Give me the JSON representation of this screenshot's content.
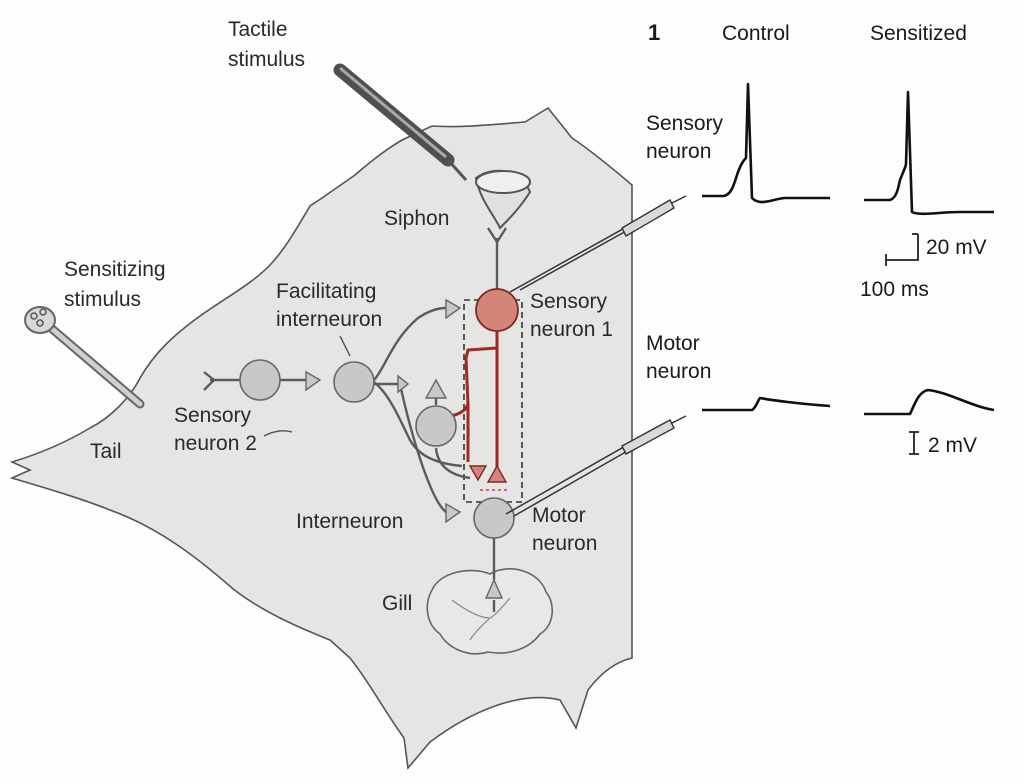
{
  "panel_number": "1",
  "columns": {
    "control": "Control",
    "sensitized": "Sensitized"
  },
  "labels": {
    "tactile_stimulus": [
      "Tactile",
      "stimulus"
    ],
    "sensitizing_stimulus": [
      "Sensitizing",
      "stimulus"
    ],
    "siphon": "Siphon",
    "tail": "Tail",
    "gill": "Gill",
    "facilitating_interneuron": [
      "Facilitating",
      "interneuron"
    ],
    "sensory_neuron_1": [
      "Sensory",
      "neuron 1"
    ],
    "sensory_neuron_2": [
      "Sensory",
      "neuron 2"
    ],
    "interneuron": "Interneuron",
    "motor_neuron": [
      "Motor",
      "neuron"
    ]
  },
  "traces": {
    "sensory_label": [
      "Sensory",
      "neuron"
    ],
    "motor_label": [
      "Motor",
      "neuron"
    ]
  },
  "scale_bars": {
    "voltage_sensory": "20 mV",
    "time": "100 ms",
    "voltage_motor": "2 mV"
  },
  "colors": {
    "body": "#e5e5e3",
    "outline": "#555555",
    "neuron": "#c8c8c8",
    "sensory_neuron": "#d48478",
    "pathway": "#a02a1e",
    "trace": "#111111"
  }
}
